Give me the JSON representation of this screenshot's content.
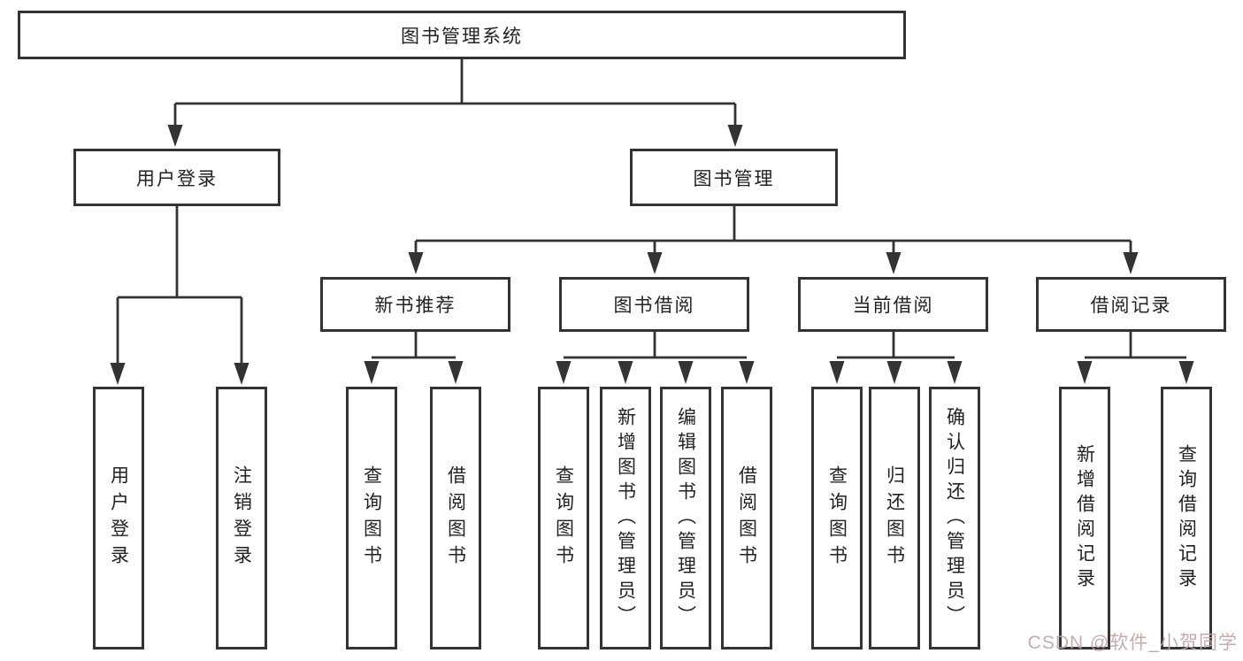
{
  "diagram_title": "图书管理系统",
  "nodes": {
    "root": "图书管理系统",
    "user_login": "用户登录",
    "book_mgmt": "图书管理",
    "new_book_rec": "新书推荐",
    "book_borrow": "图书借阅",
    "current_borrow": "当前借阅",
    "borrow_record": "借阅记录",
    "leaf_user_login": "用户登录",
    "leaf_logout": "注销登录",
    "leaf_rec_query": "查询图书",
    "leaf_rec_borrow": "借阅图书",
    "leaf_bb_query": "查询图书",
    "leaf_bb_add": "新增图书（管理员）",
    "leaf_bb_edit": "编辑图书（管理员）",
    "leaf_bb_borrow": "借阅图书",
    "leaf_cb_query": "查询图书",
    "leaf_cb_return": "归还图书",
    "leaf_cb_confirm": "确认归还（管理员）",
    "leaf_br_add": "新增借阅记录",
    "leaf_br_query": "查询借阅记录"
  },
  "hierarchy": {
    "图书管理系统": {
      "用户登录": [
        "用户登录",
        "注销登录"
      ],
      "图书管理": {
        "新书推荐": [
          "查询图书",
          "借阅图书"
        ],
        "图书借阅": [
          "查询图书",
          "新增图书（管理员）",
          "编辑图书（管理员）",
          "借阅图书"
        ],
        "当前借阅": [
          "查询图书",
          "归还图书",
          "确认归还（管理员）"
        ],
        "借阅记录": [
          "新增借阅记录",
          "查询借阅记录"
        ]
      }
    }
  },
  "watermark": {
    "text": "CSDN @软件_小贺同学"
  },
  "colors": {
    "line": "#333333",
    "text": "#222222",
    "background": "#ffffff",
    "watermark": "#c0a2a2"
  }
}
